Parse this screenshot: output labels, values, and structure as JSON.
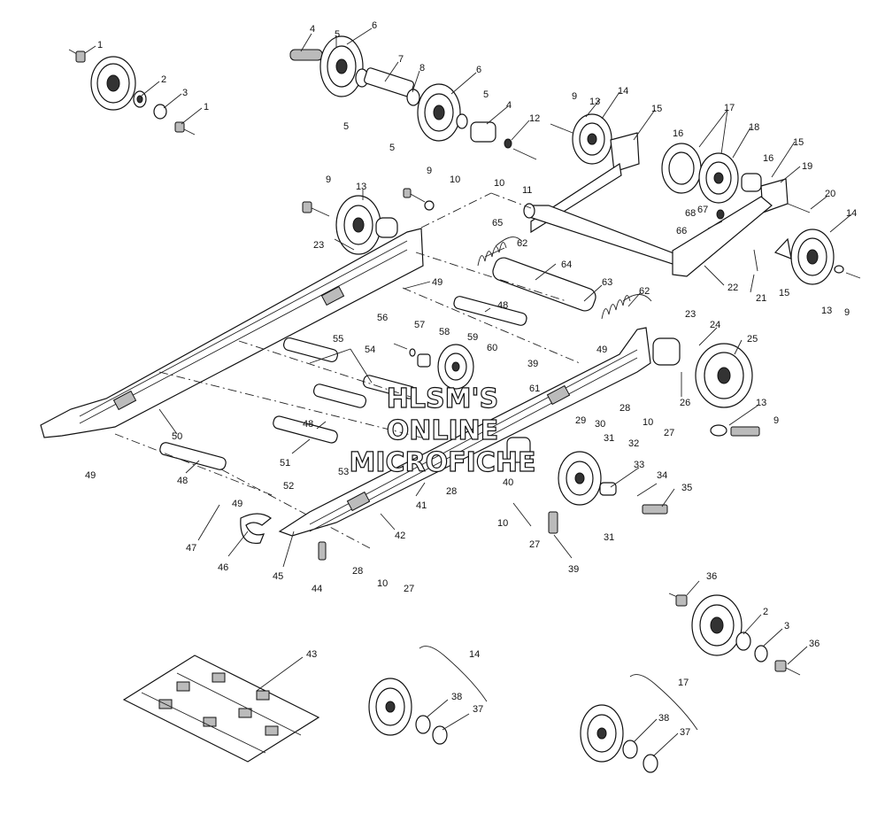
{
  "watermark": {
    "line1": "HLSM'S",
    "line2": "ONLINE",
    "line3": "MICROFICHE"
  },
  "callouts": {
    "c1a": "1",
    "c2a": "2",
    "c3a": "3",
    "c1b": "1",
    "c4a": "4",
    "c5a": "5",
    "c6a": "6",
    "c7": "7",
    "c8": "8",
    "c5b": "5",
    "c5c": "5",
    "c6b": "6",
    "c5d": "5",
    "c4b": "4",
    "c9a": "9",
    "c13a": "13",
    "c14a": "14",
    "c15a": "15",
    "c12": "12",
    "c10a": "10",
    "c11": "11",
    "c17a": "17",
    "c16a": "16",
    "c18": "18",
    "c16b": "16",
    "c15b": "15",
    "c19": "19",
    "c20": "20",
    "c68": "68",
    "c67": "67",
    "c66": "66",
    "c65": "65",
    "c9b": "9",
    "c13b": "13",
    "c9c": "9",
    "c10b": "10",
    "c23a": "23",
    "c62a": "62",
    "c64": "64",
    "c63": "63",
    "c62b": "62",
    "c14b": "14",
    "c21": "21",
    "c22": "22",
    "c15c": "15",
    "c13c": "13",
    "c9d": "9",
    "c49a": "49",
    "c48a": "48",
    "c56": "56",
    "c57": "57",
    "c58": "58",
    "c59": "59",
    "c60": "60",
    "c39a": "39",
    "c61": "61",
    "c55": "55",
    "c54": "54",
    "c49b": "49",
    "c23b": "23",
    "c24": "24",
    "c25": "25",
    "c26": "26",
    "c13d": "13",
    "c9e": "9",
    "c28a": "28",
    "c10c": "10",
    "c27a": "27",
    "c50": "50",
    "c48b": "48",
    "c49c": "49",
    "c51": "51",
    "c48c": "48",
    "c29": "29",
    "c30": "30",
    "c31a": "31",
    "c32": "32",
    "c33": "33",
    "c34": "34",
    "c35": "35",
    "c31b": "31",
    "c52": "52",
    "c53": "53",
    "c28b": "28",
    "c40": "40",
    "c41": "41",
    "c10d": "10",
    "c27b": "27",
    "c39b": "39",
    "c49d": "49",
    "c47": "47",
    "c46": "46",
    "c45": "45",
    "c42": "42",
    "c44": "44",
    "c28c": "28",
    "c10e": "10",
    "c27c": "27",
    "c36a": "36",
    "c2b": "2",
    "c3b": "3",
    "c36b": "36",
    "c43": "43",
    "c14c": "14",
    "c38a": "38",
    "c37a": "37",
    "c17b": "17",
    "c38b": "38",
    "c37b": "37"
  }
}
